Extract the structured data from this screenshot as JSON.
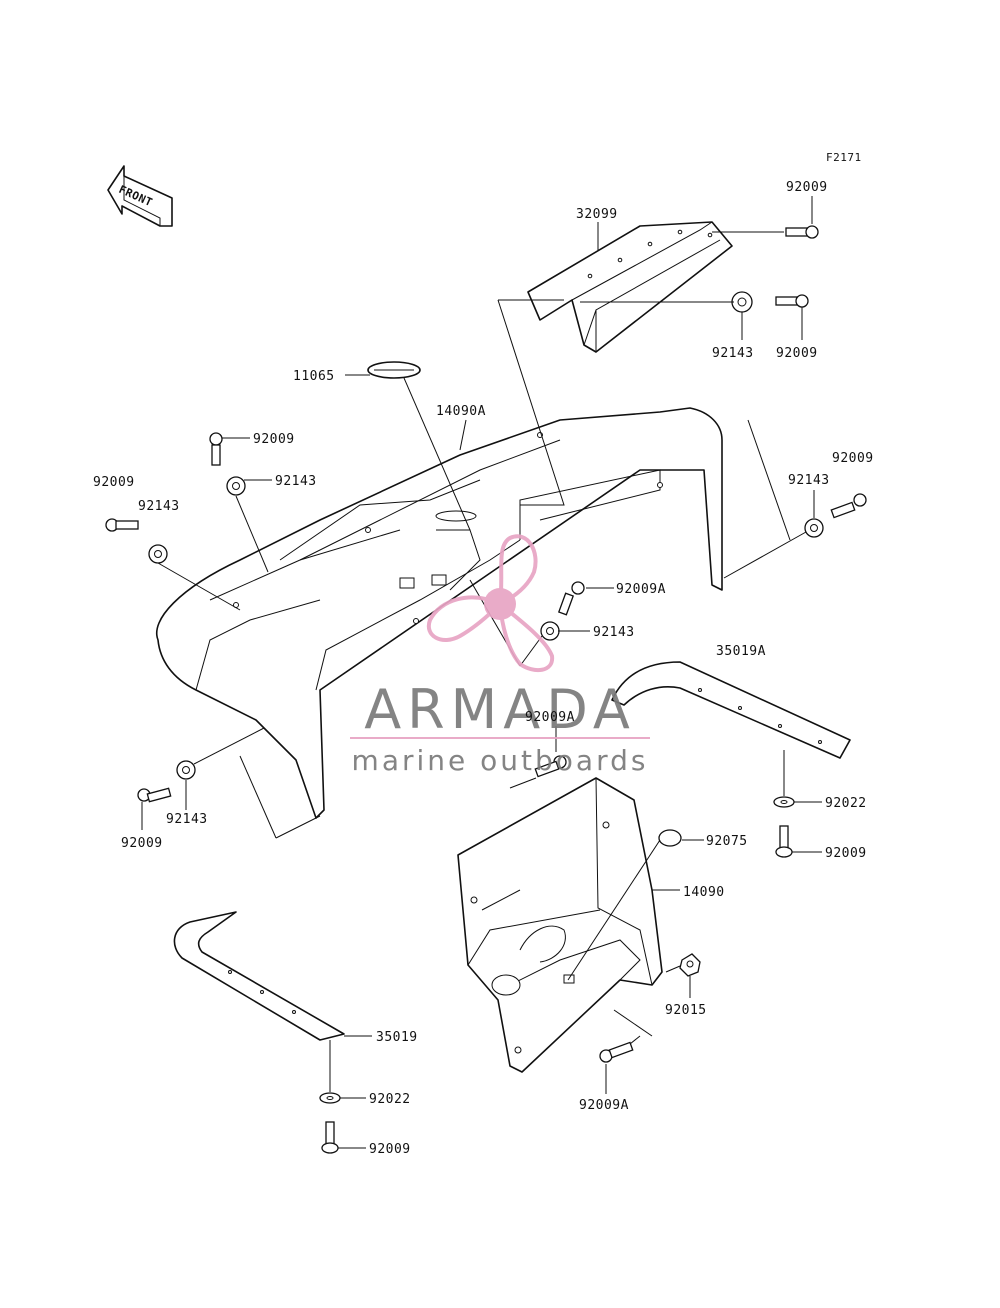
{
  "figure_code": "F2171",
  "direction_arrow": {
    "label": "FRONT",
    "icon": "front-arrow-icon"
  },
  "watermark": {
    "brand": "ARMADA",
    "tagline": "marine outboards",
    "logo": "propeller-logo",
    "logo_color": "#e8a4c4",
    "text_color": "#7a7a7a",
    "rule_color": "#e8a4c4"
  },
  "labels": {
    "l_92009_tr": "92009",
    "l_32099": "32099",
    "l_92143_tr": "92143",
    "l_92009_tr2": "92009",
    "l_11065": "11065",
    "l_14090A": "14090A",
    "l_92009_ml": "92009",
    "l_92143_ml": "92143",
    "l_92009_l": "92009",
    "l_92143_l": "92143",
    "l_92009_r": "92009",
    "l_92143_r": "92143",
    "l_92009A_c": "92009A",
    "l_92143_c": "92143",
    "l_35019A": "35019A",
    "l_92009A_m": "92009A",
    "l_92143_bl": "92143",
    "l_92009_bl": "92009",
    "l_92022_r": "92022",
    "l_92009_r2": "92009",
    "l_92075": "92075",
    "l_14090": "14090",
    "l_92015": "92015",
    "l_35019": "35019",
    "l_92022_b": "92022",
    "l_92009_b": "92009",
    "l_92009A_b": "92009A"
  }
}
